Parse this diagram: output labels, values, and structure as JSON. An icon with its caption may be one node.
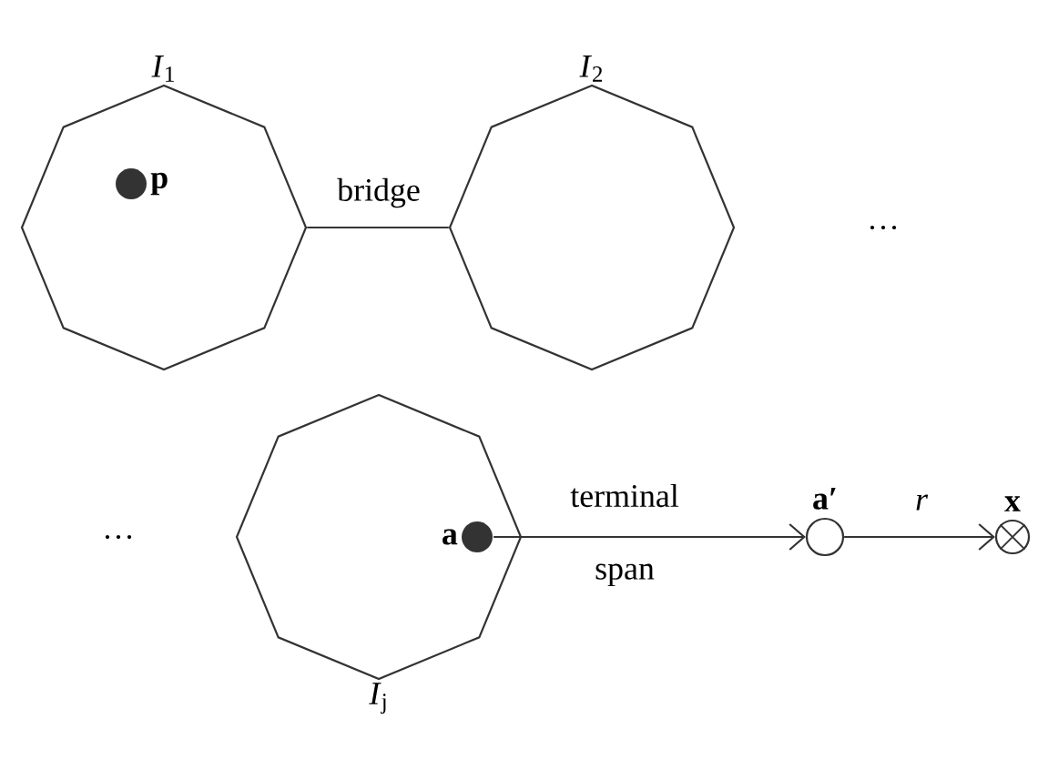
{
  "diagram": {
    "nodes": [
      {
        "text": [
          "*I*$_{1}$"
        ]
      },
      {
        "text": [
          "p"
        ],
        "in": 0
      },
      {
        "text": [
          "*I*$_{2}$"
        ]
      },
      {
        "text": [
          "*I*$_{j}$"
        ]
      },
      {
        "text": [
          "a"
        ],
        "in": 3
      },
      {
        "text": [
          "a′"
        ]
      },
      {
        "text": [
          "x"
        ]
      }
    ],
    "edges": [
      {
        "from": 0,
        "to": 2,
        "arrow": "none",
        "label": "bridge"
      },
      {
        "from": 4,
        "to": 5,
        "arrow": "to",
        "label": "terminal span"
      },
      {
        "from": 5,
        "to": 6,
        "arrow": "to",
        "label": "r"
      }
    ],
    "labels": [
      "…",
      "…"
    ]
  }
}
